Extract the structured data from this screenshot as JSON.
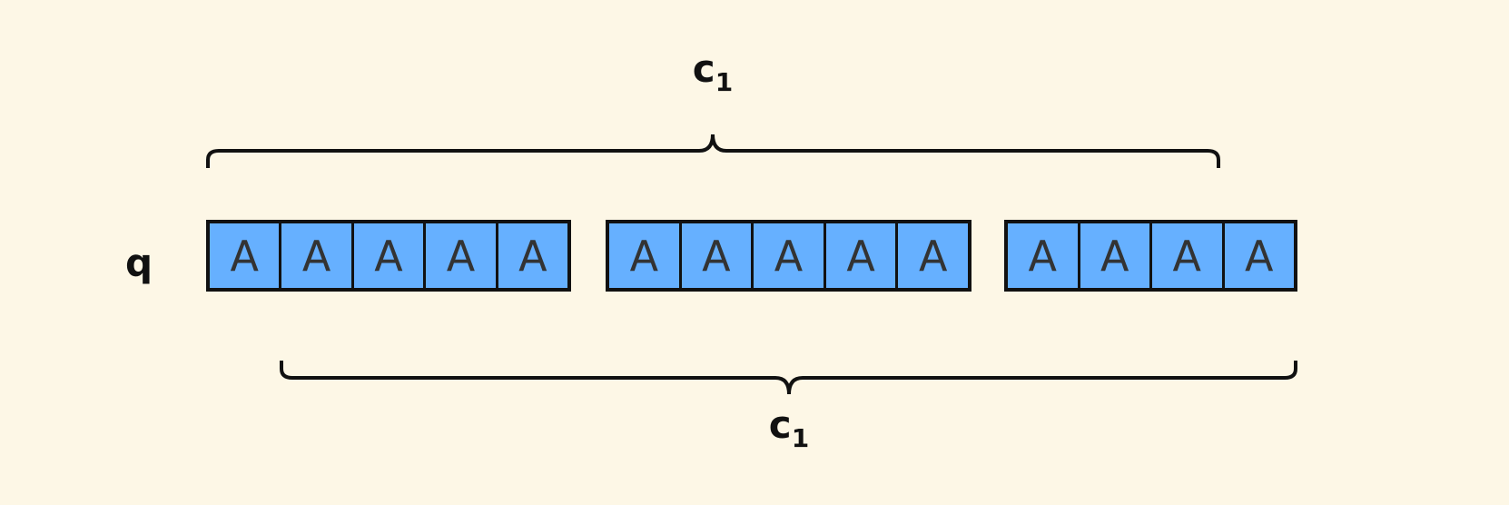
{
  "labels": {
    "top_brace": "c",
    "top_brace_sub": "1",
    "bottom_brace": "c",
    "bottom_brace_sub": "1",
    "row": "q"
  },
  "groups": [
    {
      "cells": [
        "A",
        "A",
        "A",
        "A",
        "A"
      ]
    },
    {
      "cells": [
        "A",
        "A",
        "A",
        "A",
        "A"
      ]
    },
    {
      "cells": [
        "A",
        "A",
        "A",
        "A"
      ]
    }
  ],
  "colors": {
    "background": "#fdf7e6",
    "cell_fill": "#66b0ff",
    "stroke": "#111111",
    "cell_text": "#333333"
  }
}
